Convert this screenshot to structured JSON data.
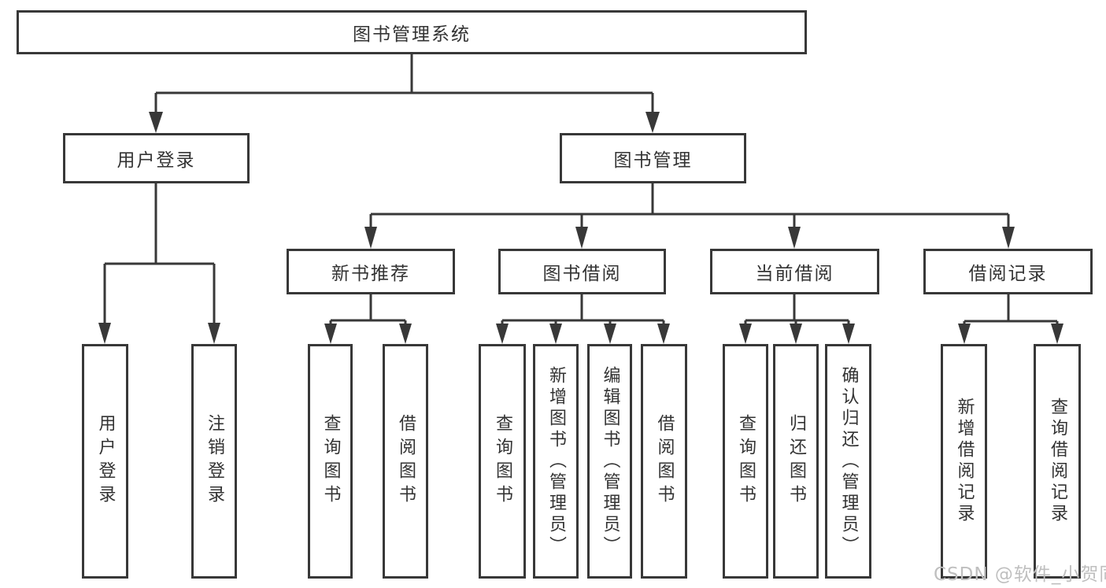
{
  "diagram": {
    "title_note": "library management system function structure diagram",
    "root": {
      "label": "图书管理系统"
    },
    "level2": [
      {
        "label": "用户登录"
      },
      {
        "label": "图书管理"
      }
    ],
    "level3": [
      {
        "label": "新书推荐"
      },
      {
        "label": "图书借阅"
      },
      {
        "label": "当前借阅"
      },
      {
        "label": "借阅记录"
      }
    ],
    "leaves": [
      {
        "label": "用户登录"
      },
      {
        "label": "注销登录"
      },
      {
        "label": "查询图书"
      },
      {
        "label": "借阅图书"
      },
      {
        "label": "查询图书"
      },
      {
        "label": "新增图书（管理员）"
      },
      {
        "label": "编辑图书（管理员）"
      },
      {
        "label": "借阅图书"
      },
      {
        "label": "查询图书"
      },
      {
        "label": "归还图书"
      },
      {
        "label": "确认归还（管理员）"
      },
      {
        "label": "新增借阅记录"
      },
      {
        "label": "查询借阅记录"
      }
    ],
    "watermark": "CSDN @软件_小贺同学",
    "colors": {
      "line": "#383838",
      "text": "#333333",
      "watermark": "#bfbfbf",
      "background": "#ffffff"
    }
  }
}
